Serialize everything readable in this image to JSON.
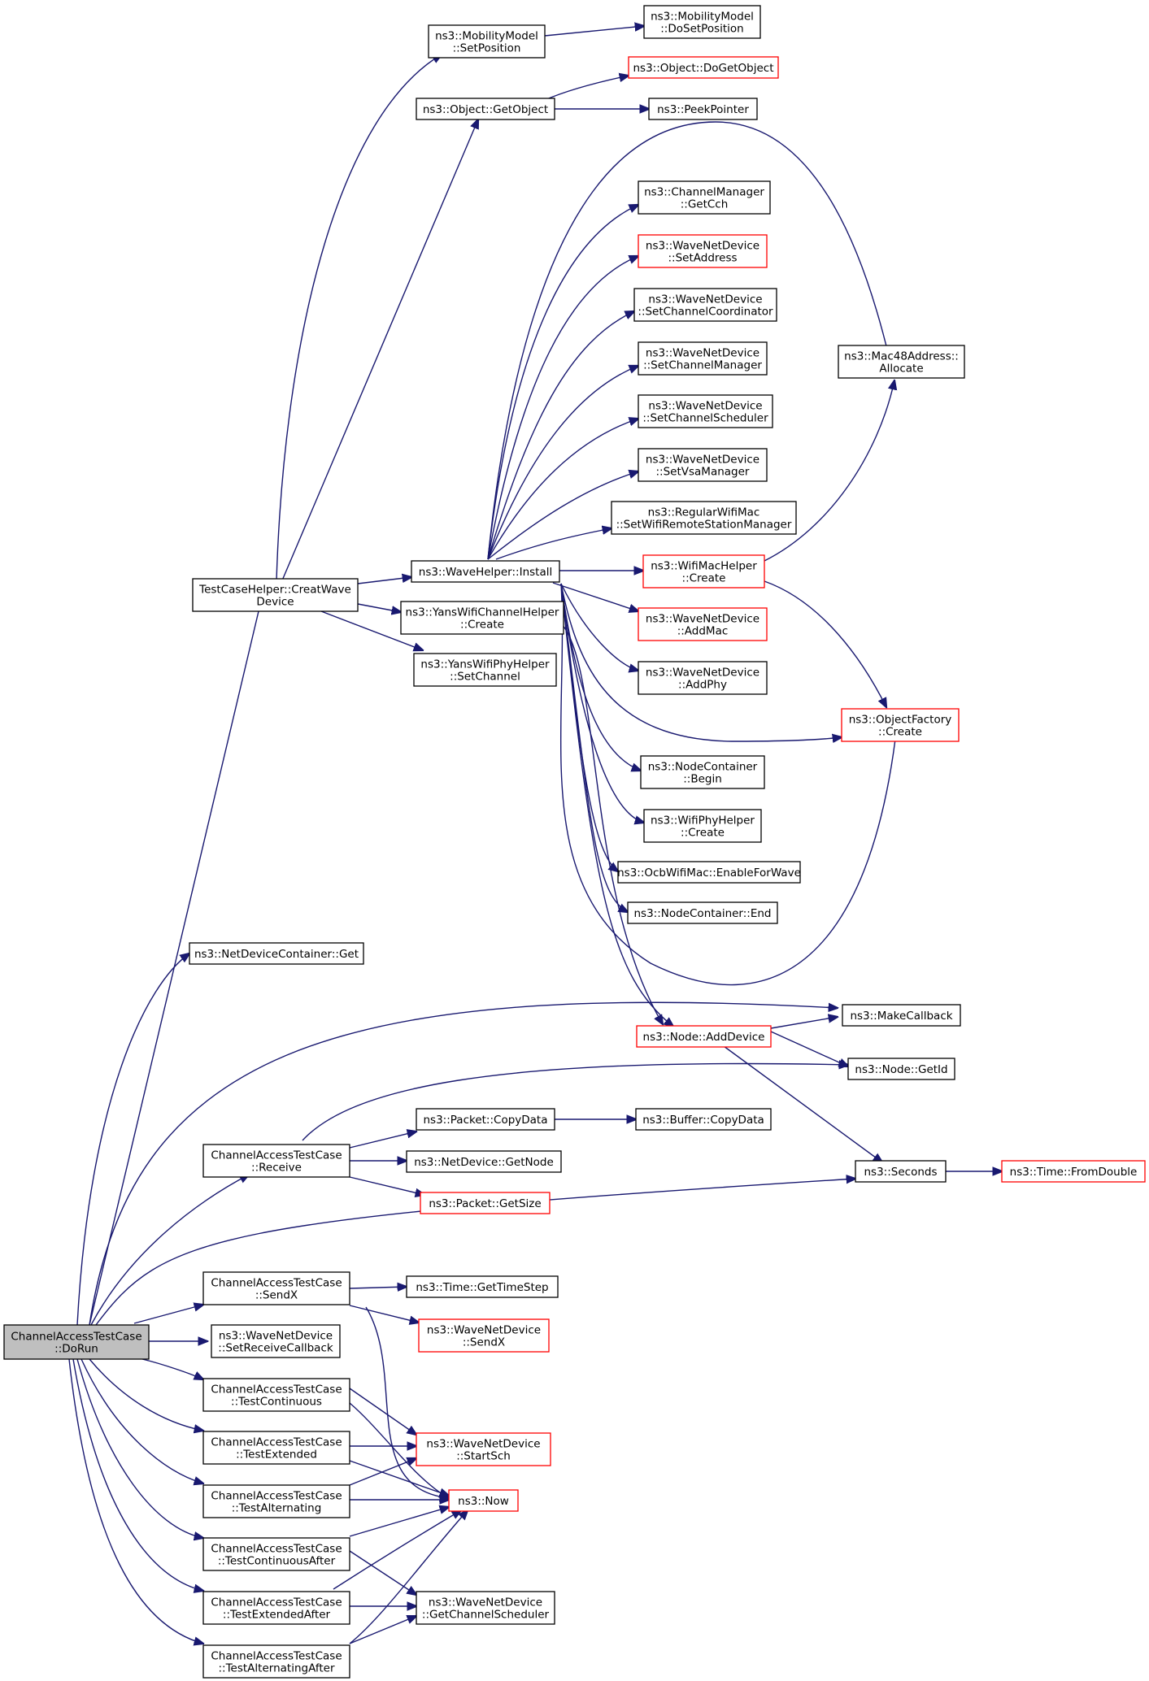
{
  "colors": {
    "edge": "#191970",
    "node_border": "#000000",
    "truncated_border": "#ff0000",
    "root_fill": "#bfbfbf"
  },
  "nodes": {
    "root": [
      "ChannelAccessTestCase",
      "::DoRun"
    ],
    "creat": [
      "TestCaseHelper::CreatWave",
      "Device"
    ],
    "ndcget": [
      "ns3::NetDeviceContainer::Get"
    ],
    "receive": [
      "ChannelAccessTestCase",
      "::Receive"
    ],
    "sendx": [
      "ChannelAccessTestCase",
      "::SendX"
    ],
    "setrecv": [
      "ns3::WaveNetDevice",
      "::SetReceiveCallback"
    ],
    "tcont": [
      "ChannelAccessTestCase",
      "::TestContinuous"
    ],
    "text": [
      "ChannelAccessTestCase",
      "::TestExtended"
    ],
    "talt": [
      "ChannelAccessTestCase",
      "::TestAlternating"
    ],
    "tconta": [
      "ChannelAccessTestCase",
      "::TestContinuousAfter"
    ],
    "texta": [
      "ChannelAccessTestCase",
      "::TestExtendedAfter"
    ],
    "talta": [
      "ChannelAccessTestCase",
      "::TestAlternatingAfter"
    ],
    "mmsetpos": [
      "ns3::MobilityModel",
      "::SetPosition"
    ],
    "objget": [
      "ns3::Object::GetObject"
    ],
    "wavehelper": [
      "ns3::WaveHelper::Install"
    ],
    "yanschan": [
      "ns3::YansWifiChannelHelper",
      "::Create"
    ],
    "yansphy": [
      "ns3::YansWifiPhyHelper",
      "::SetChannel"
    ],
    "mmdoset": [
      "ns3::MobilityModel",
      "::DoSetPosition"
    ],
    "dogetobj": [
      "ns3::Object::DoGetObject"
    ],
    "peek": [
      "ns3::PeekPointer"
    ],
    "getcch": [
      "ns3::ChannelManager",
      "::GetCch"
    ],
    "setaddr": [
      "ns3::WaveNetDevice",
      "::SetAddress"
    ],
    "setcc": [
      "ns3::WaveNetDevice",
      "::SetChannelCoordinator"
    ],
    "setcm": [
      "ns3::WaveNetDevice",
      "::SetChannelManager"
    ],
    "setcs": [
      "ns3::WaveNetDevice",
      "::SetChannelScheduler"
    ],
    "setvsa": [
      "ns3::WaveNetDevice",
      "::SetVsaManager"
    ],
    "regwifi": [
      "ns3::RegularWifiMac",
      "::SetWifiRemoteStationManager"
    ],
    "wifimac": [
      "ns3::WifiMacHelper",
      "::Create"
    ],
    "addmac": [
      "ns3::WaveNetDevice",
      "::AddMac"
    ],
    "addphy": [
      "ns3::WaveNetDevice",
      "::AddPhy"
    ],
    "ncbegin": [
      "ns3::NodeContainer",
      "::Begin"
    ],
    "wifiphy": [
      "ns3::WifiPhyHelper",
      "::Create"
    ],
    "ocb": [
      "ns3::OcbWifiMac::EnableForWave"
    ],
    "ncend": [
      "ns3::NodeContainer::End"
    ],
    "nodeadd": [
      "ns3::Node::AddDevice"
    ],
    "mac48": [
      "ns3::Mac48Address::",
      "Allocate"
    ],
    "objfac": [
      "ns3::ObjectFactory",
      "::Create"
    ],
    "makecb": [
      "ns3::MakeCallback"
    ],
    "nodeid": [
      "ns3::Node::GetId"
    ],
    "pktcopy": [
      "ns3::Packet::CopyData"
    ],
    "bufcopy": [
      "ns3::Buffer::CopyData"
    ],
    "ndgetnode": [
      "ns3::NetDevice::GetNode"
    ],
    "pktsize": [
      "ns3::Packet::GetSize"
    ],
    "seconds": [
      "ns3::Seconds"
    ],
    "fromdouble": [
      "ns3::Time::FromDouble"
    ],
    "timestep": [
      "ns3::Time::GetTimeStep"
    ],
    "wsendx": [
      "ns3::WaveNetDevice",
      "::SendX"
    ],
    "startsch": [
      "ns3::WaveNetDevice",
      "::StartSch"
    ],
    "now": [
      "ns3::Now"
    ],
    "getsched": [
      "ns3::WaveNetDevice",
      "::GetChannelScheduler"
    ]
  }
}
